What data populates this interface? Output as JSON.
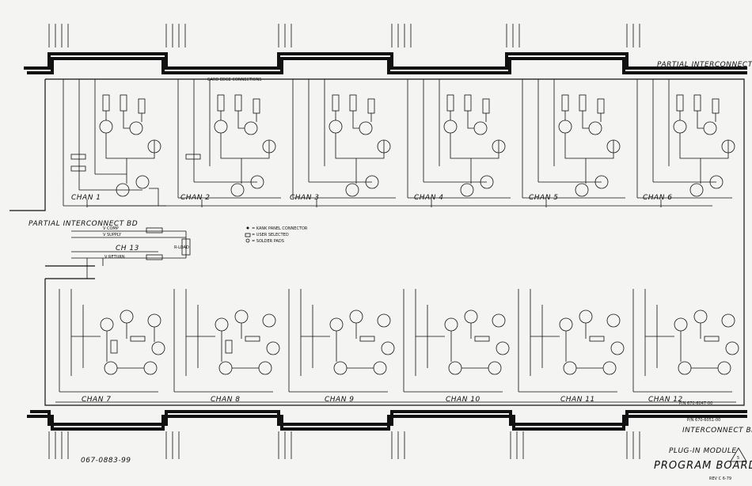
{
  "partial_interconnect_top": "PARTIAL INTERCONNECT BD",
  "partial_interconnect_left": "PARTIAL INTERCONNECT BD",
  "card_edge_connections": "CARD EDGE CONNECTIONS",
  "channels": [
    "CHAN 1",
    "CHAN 2",
    "CHAN 3",
    "CHAN 4",
    "CHAN 5",
    "CHAN 6",
    "CHAN 7",
    "CHAN 8",
    "CHAN 9",
    "CHAN 10",
    "CHAN 11",
    "CHAN 12"
  ],
  "ch13": "CH 13",
  "legend": [
    "= KANK PANEL CONNECTOR",
    "= USER SELECTED",
    "= SOLDER PADS"
  ],
  "rload": "R-LOAD",
  "vsupply": "V SUPPLY",
  "vcomp": "V COMP",
  "vreturn": "V RETURN",
  "pn_1": "P/N 670-6047-00",
  "pn_2": "P/N 670-6051-00",
  "interconnect_bd": "INTERCONNECT BD",
  "drawing_no": "067-0883-99",
  "plugin_module": "PLUG-IN MODULE",
  "program_board": "PROGRAM BOARD",
  "rev": "REV C  6-79",
  "sheet_number": "5"
}
